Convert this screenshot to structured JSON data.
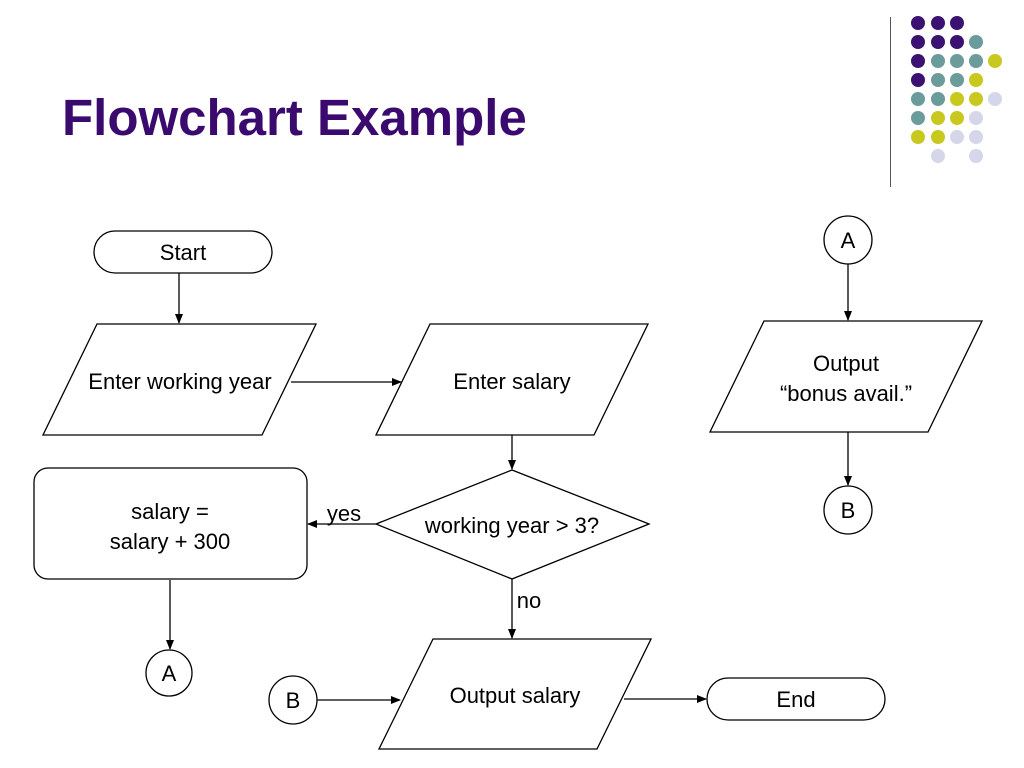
{
  "title": "Flowchart Example",
  "colors": {
    "title": "#3a0a6e",
    "dot_purple": "#3b1272",
    "dot_teal": "#6b9b9b",
    "dot_yellow": "#c8c81e",
    "dot_lavender": "#d6d6ea"
  },
  "nodes": {
    "start": "Start",
    "enter_working_year": "Enter working year",
    "enter_salary": "Enter salary",
    "decision": "working year > 3?",
    "salary_line1": "salary =",
    "salary_line2": "salary + 300",
    "connector_a_bottom": "A",
    "connector_b_bottom": "B",
    "output_salary": "Output salary",
    "end": "End",
    "connector_a_top": "A",
    "output_bonus_line1": "Output",
    "output_bonus_line2": "“bonus avail.”",
    "connector_b_right": "B"
  },
  "edges": {
    "yes": "yes",
    "no": "no"
  }
}
